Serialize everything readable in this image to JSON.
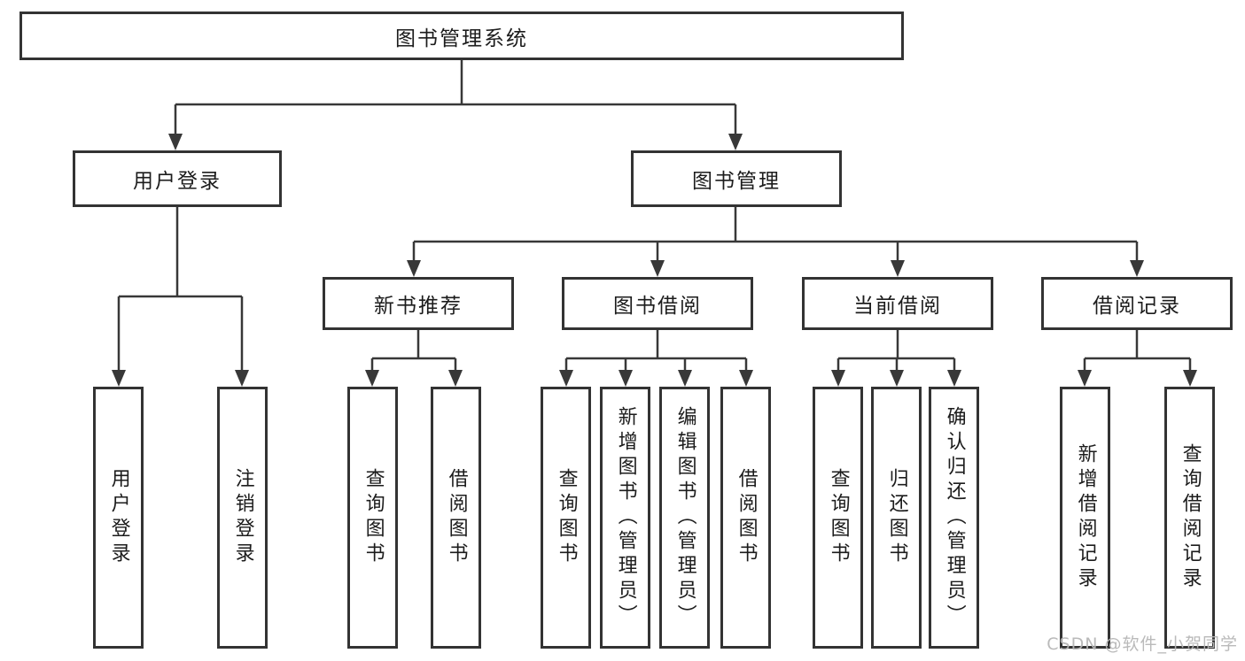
{
  "diagram": {
    "root": {
      "label": "图书管理系统"
    },
    "branches": [
      {
        "label": "用户登录",
        "children": [
          "用户登录",
          "注销登录"
        ]
      },
      {
        "label": "图书管理",
        "children": [
          {
            "label": "新书推荐",
            "children": [
              "查询图书",
              "借阅图书"
            ]
          },
          {
            "label": "图书借阅",
            "children": [
              "查询图书",
              "新增图书（管理员）",
              "编辑图书（管理员）",
              "借阅图书"
            ]
          },
          {
            "label": "当前借阅",
            "children": [
              "查询图书",
              "归还图书",
              "确认归还（管理员）"
            ]
          },
          {
            "label": "借阅记录",
            "children": [
              "新增借阅记录",
              "查询借阅记录"
            ]
          }
        ]
      }
    ]
  },
  "watermark": {
    "text": "CSDN @软件_小贺同学"
  },
  "colors": {
    "background": "#ffffff",
    "line": "#383838",
    "box_border": "#333333",
    "text": "#1c1c1c",
    "watermark": "#b6b6b6"
  }
}
